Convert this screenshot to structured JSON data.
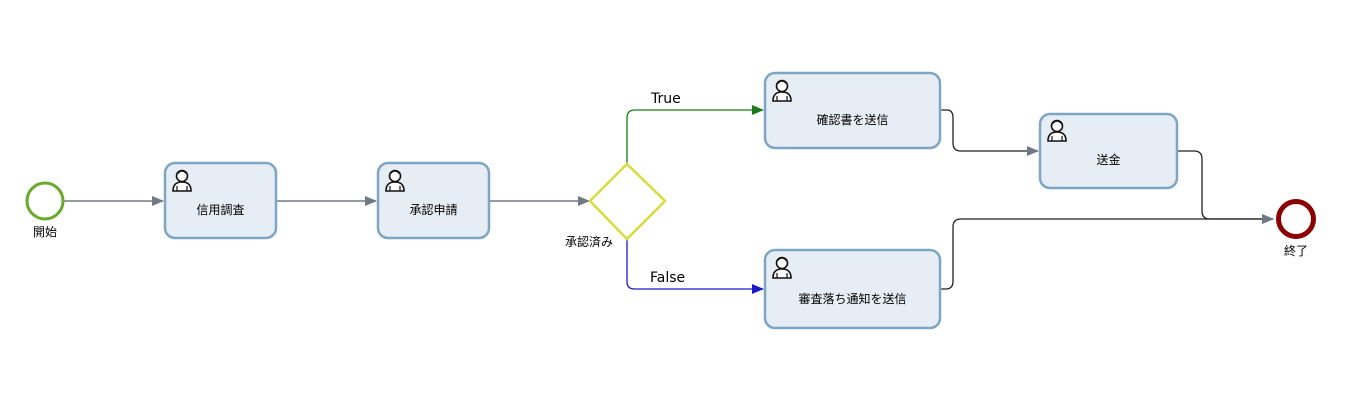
{
  "colors": {
    "start_stroke": "#6aaa2a",
    "end_stroke": "#8b0000",
    "gateway_stroke": "#d8dc3a",
    "task_fill": "#e6edf5",
    "task_stroke": "#7ea6c4",
    "flow_default": "#707a84",
    "flow_true": "#1a7a1a",
    "flow_false": "#1a1acc",
    "flow_dark": "#222222"
  },
  "start_event": {
    "label": "開始"
  },
  "end_event": {
    "label": "終了"
  },
  "gateway": {
    "label": "承認済み"
  },
  "tasks": [
    {
      "id": "credit_check",
      "label": "信用調査",
      "icon": "user-icon"
    },
    {
      "id": "approval_request",
      "label": "承認申請",
      "icon": "user-icon"
    },
    {
      "id": "send_confirmation",
      "label": "確認書を送信",
      "icon": "user-icon"
    },
    {
      "id": "remittance",
      "label": "送金",
      "icon": "user-icon"
    },
    {
      "id": "send_rejection",
      "label": "審査落ち通知を送信",
      "icon": "user-icon"
    }
  ],
  "flows": {
    "true_label": "True",
    "false_label": "False"
  }
}
